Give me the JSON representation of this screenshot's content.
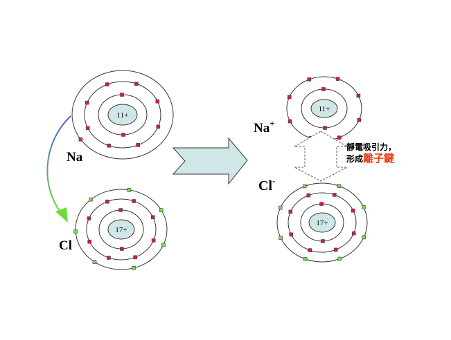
{
  "colors": {
    "nucleus_fill": "#cfe7e7",
    "electron_inner": "#d11a4d",
    "electron_valence": "#7fd35a",
    "transfer_arrow_top": "#4a5fd0",
    "transfer_arrow_bottom": "#6ddb3a",
    "big_arrow_fill": "#cfe7e7",
    "highlight_text": "#e8380f"
  },
  "before": {
    "sodium": {
      "nucleus": "11+",
      "symbol": "Na",
      "shells": [
        2,
        8,
        1
      ]
    },
    "chlorine": {
      "nucleus": "17+",
      "symbol": "Cl",
      "shells": [
        2,
        8,
        7
      ]
    }
  },
  "after": {
    "sodium_ion": {
      "nucleus": "11+",
      "symbol": "Na",
      "charge": "+",
      "shells": [
        2,
        8
      ]
    },
    "chloride_ion": {
      "nucleus": "17+",
      "symbol": "Cl",
      "charge": "-",
      "shells": [
        2,
        8,
        8
      ]
    }
  },
  "note": {
    "line1": "靜電吸引力，",
    "line2_prefix": "形成",
    "line2_highlight": "離子鍵"
  }
}
